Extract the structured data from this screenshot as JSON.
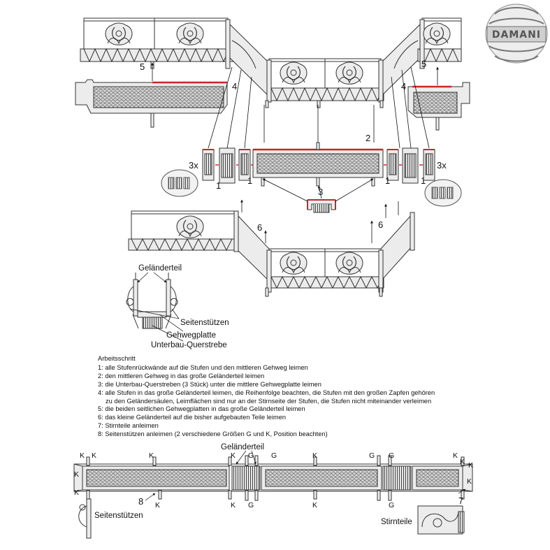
{
  "brand": {
    "logo_text": "DAMANI"
  },
  "callouts": {
    "n5_left": "5",
    "n5_right": "5",
    "n4_left": "4",
    "n4_right": "4",
    "n2": "2",
    "n3x_left": "3x",
    "n3x_right": "3x",
    "n1_a": "1",
    "n1_b": "1",
    "n1_c": "1",
    "n1_d": "1",
    "n3": "3",
    "n6_left": "6",
    "n6_right": "6",
    "n8": "8",
    "n7": "7"
  },
  "detail_labels": {
    "gelaenderteil": "Geländerteil",
    "seitenstuetzen": "Seitenstützen",
    "gehwegplatte": "Gehwegplatte",
    "unterbau": "Unterbau-Querstrebe"
  },
  "instructions": {
    "heading": "Arbeitsschritt",
    "steps": [
      "1: alle Stufenrückwände auf die Stufen und den mittleren Gehweg leimen",
      "2: den mittleren Gehweg in das große Geländerteil leimen",
      "3: die Unterbau-Querstreben (3 Stück) unter die mittlere Gehwegplatte leimen",
      "4: alle Stufen in das große Geländerteil leimen, die Reihenfolge beachten, die Stufen mit den großen Zapfen gehören",
      "zu den Geländersäulen, Leimflächen sind nur an der Stirnseite der Stufen, die Stufen nicht miteinander verleimen",
      "5: die beiden seitlichen Gehwegplatten in das große Geländerteil leimen",
      "6: das kleine Geländerteil auf die bisher aufgebauten Teile leimen",
      "7: Stirnteile anleimen",
      "8: Seitenstützen anleimen (2 verschiedene Größen G und K, Position beachten)"
    ]
  },
  "bottom": {
    "gelaenderteil": "Geländerteil",
    "seitenstuetzen": "Seitenstützen",
    "stirnteile": "Stirnteile",
    "K": "K",
    "G": "G"
  }
}
